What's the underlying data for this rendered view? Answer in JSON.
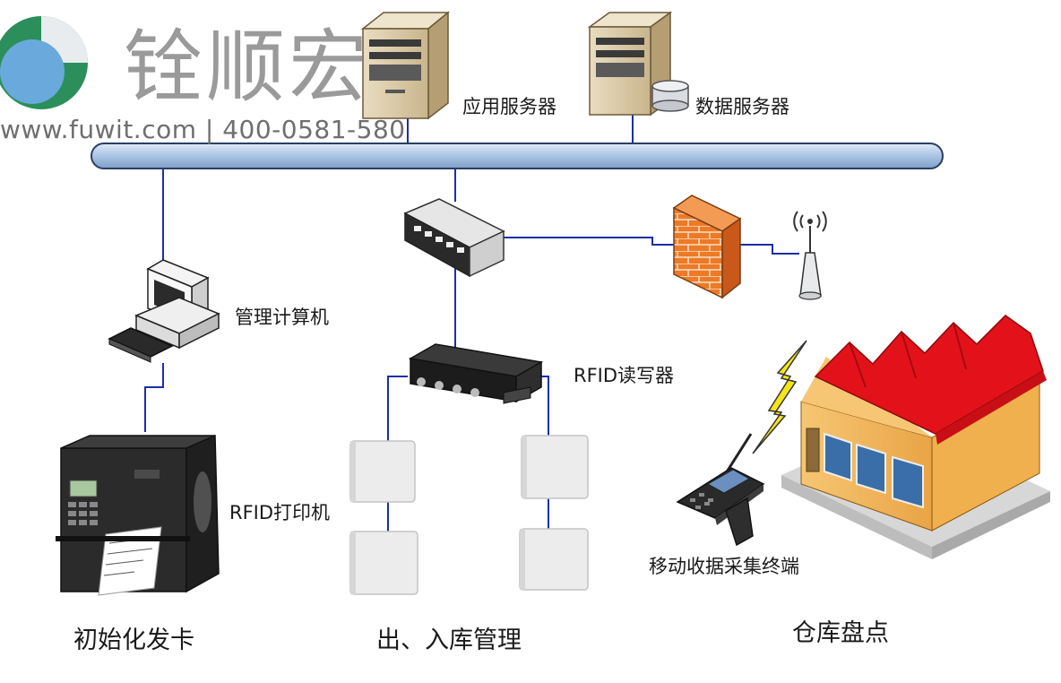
{
  "watermark": {
    "brand": "铨顺宏",
    "contact": "www.fuwit.com | 400-0581-580"
  },
  "labels": {
    "app_server": "应用服务器",
    "data_server": "数据服务器",
    "management_pc": "管理计算机",
    "rfid_reader": "RFID读写器",
    "rfid_printer": "RFID打印机",
    "mobile_terminal": "移动收据采集终端"
  },
  "sections": {
    "init_card": "初始化发卡",
    "in_out": "出、入库管理",
    "inventory": "仓库盘点"
  },
  "colors": {
    "bus": "#a9c4e4",
    "line": "#1a2fa8",
    "firewall": "#e8701f",
    "roof": "#e3121a",
    "wall": "#f3b85a"
  }
}
